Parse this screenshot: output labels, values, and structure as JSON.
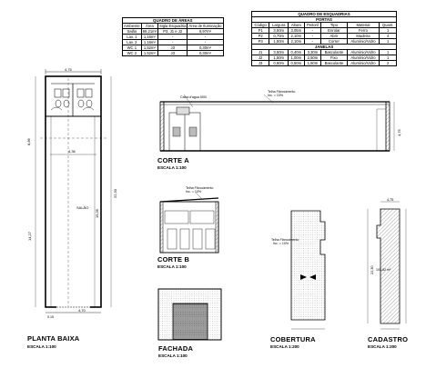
{
  "areas_table": {
    "title": "QUADRO DE ÁREAS",
    "headers": [
      "Ambiente",
      "Área",
      "Sigla Esquadria",
      "Área de Iluminação"
    ],
    "rows": [
      [
        "Salão",
        "69,21m²",
        "P3, J1 e J2",
        "6,97m²"
      ],
      [
        "Lav. 1",
        "1,16m²",
        "-",
        "-"
      ],
      [
        "Lav. 2",
        "1,16m²",
        "-",
        "-"
      ],
      [
        "WC 1",
        "1,52m²",
        "J3",
        "0,30m²"
      ],
      [
        "WC 2",
        "1,52m²",
        "J3",
        "0,30m²"
      ]
    ]
  },
  "frames_table": {
    "title": "QUADRO DE ESQUADRIAS",
    "doors_title": "PORTAS",
    "windows_title": "JANELAS",
    "headers": [
      "Código",
      "Largura",
      "Altura",
      "Peitoril",
      "Tipo",
      "Material",
      "Quant."
    ],
    "doors": [
      [
        "P1",
        "3,50m",
        "3,05m",
        "-",
        "Enrolar",
        "Ferro",
        "1"
      ],
      [
        "P2",
        "0,70m",
        "2,10m",
        "-",
        "Abrir",
        "Madeira",
        "4"
      ],
      [
        "P3",
        "1,50m",
        "2,10m",
        "-",
        "Correr",
        "Alumínio/Vidro",
        "1"
      ]
    ],
    "windows": [
      [
        "J1",
        "3,50m",
        "0,40m",
        "3,30m",
        "Basculante",
        "Alumínio/Vidro",
        "1"
      ],
      [
        "J2",
        "1,50m",
        "1,00m",
        "2,50m",
        "Fixo",
        "Alumínio/Vidro",
        "1"
      ],
      [
        "J3",
        "0,60m",
        "0,50m",
        "1,60m",
        "Basculante",
        "Alumínio/Vidro",
        "2"
      ]
    ]
  },
  "drawings": {
    "planta": {
      "title": "PLANTA BAIXA",
      "scale": "ESCALA 1:100",
      "room_label": "SALÃO",
      "dims": [
        "4,75",
        "4,36",
        "8,86",
        "22,30",
        "19,35",
        "14,27",
        "4,70",
        "0,15"
      ]
    },
    "corte_a": {
      "title": "CORTE A",
      "scale": "ESCALA 1:100",
      "notes": [
        "Telha Fibrocimento",
        "Inc. = 10%",
        "Caixa d'água 500l"
      ],
      "dims": [
        "4,75"
      ]
    },
    "corte_b": {
      "title": "CORTE B",
      "scale": "ESCALA 1:100",
      "notes": [
        "Telha Fibrocimento",
        "Inc. = 10%"
      ]
    },
    "fachada": {
      "title": "FACHADA",
      "scale": "ESCALA 1:100"
    },
    "cobertura": {
      "title": "COBERTURA",
      "scale": "ESCALA 1:200",
      "notes": [
        "Telha Fibrocimento",
        "Inc. = 10%"
      ]
    },
    "cadastro": {
      "title": "CADASTRO",
      "scale": "ESCALA 1:200",
      "area_label": "103,82 m²",
      "dims": [
        "4,75",
        "22,30"
      ]
    }
  }
}
